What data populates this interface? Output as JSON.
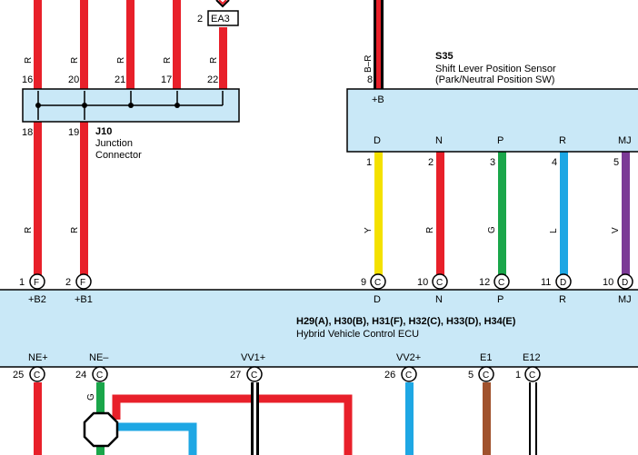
{
  "connector_ea3": {
    "pin": "2",
    "name": "EA3"
  },
  "j10": {
    "code": "J10",
    "name_line1": "Junction",
    "name_line2": "Connector",
    "top_pins": [
      {
        "pin": "16",
        "wire": "R"
      },
      {
        "pin": "20",
        "wire": "R"
      },
      {
        "pin": "21",
        "wire": "R"
      },
      {
        "pin": "17",
        "wire": "R"
      },
      {
        "pin": "22",
        "wire": "R"
      }
    ],
    "bottom_pins": [
      {
        "pin": "18",
        "wire": "R"
      },
      {
        "pin": "19",
        "wire": "R"
      }
    ]
  },
  "s35": {
    "code": "S35",
    "name_line1": "Shift Lever Position Sensor",
    "name_line2": "(Park/Neutral Position SW)",
    "input": {
      "pin": "8",
      "wire": "B–R",
      "terminal": "+B"
    },
    "terminals": [
      {
        "label": "D",
        "pin": "1",
        "wire": "Y"
      },
      {
        "label": "N",
        "pin": "2",
        "wire": "R"
      },
      {
        "label": "P",
        "pin": "3",
        "wire": "G"
      },
      {
        "label": "R",
        "pin": "4",
        "wire": "L"
      },
      {
        "label": "MJ",
        "pin": "5",
        "wire": "V"
      }
    ]
  },
  "ecu": {
    "codes": "H29(A), H30(B), H31(F), H32(C), H33(D), H34(E)",
    "name": "Hybrid Vehicle Control ECU",
    "top_left": [
      {
        "pin": "1",
        "conn": "F",
        "terminal": "+B2"
      },
      {
        "pin": "2",
        "conn": "F",
        "terminal": "+B1"
      }
    ],
    "top_right": [
      {
        "pin": "9",
        "conn": "C",
        "terminal": "D"
      },
      {
        "pin": "10",
        "conn": "C",
        "terminal": "N"
      },
      {
        "pin": "12",
        "conn": "C",
        "terminal": "P"
      },
      {
        "pin": "11",
        "conn": "D",
        "terminal": "R"
      },
      {
        "pin": "10",
        "conn": "D",
        "terminal": "MJ"
      }
    ],
    "bottom": [
      {
        "pin": "25",
        "conn": "C",
        "terminal": "NE+"
      },
      {
        "pin": "24",
        "conn": "C",
        "terminal": "NE–"
      },
      {
        "pin": "27",
        "conn": "C",
        "terminal": "VV1+"
      },
      {
        "pin": "26",
        "conn": "C",
        "terminal": "VV2+"
      },
      {
        "pin": "5",
        "conn": "C",
        "terminal": "E1"
      },
      {
        "pin": "1",
        "conn": "C",
        "terminal": "E12"
      }
    ]
  },
  "ne_minus_wire": "G",
  "colors": {
    "red": "#e8202a",
    "yellow": "#f4e100",
    "green": "#1aa64a",
    "blue": "#1ea7e4",
    "violet": "#7b3a96",
    "brown": "#a0522d",
    "box_fill": "#c9e8f7",
    "black": "#000000"
  }
}
